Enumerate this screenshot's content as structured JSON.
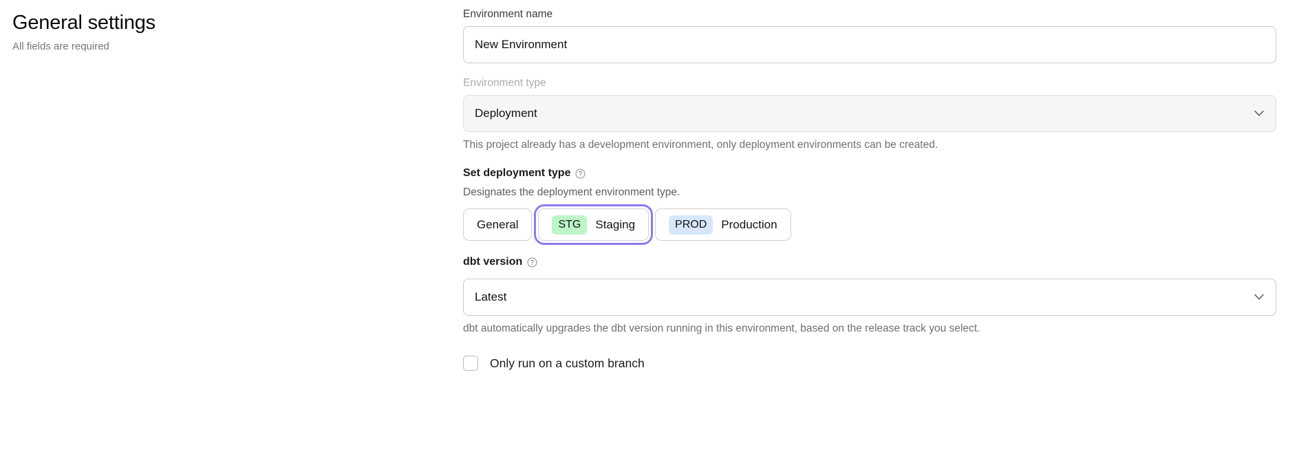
{
  "header": {
    "title": "General settings",
    "subtitle": "All fields are required"
  },
  "form": {
    "environment_name": {
      "label": "Environment name",
      "value": "New Environment",
      "placeholder": "Environment name"
    },
    "environment_type": {
      "label": "Environment type",
      "value": "Deployment",
      "helper": "This project already has a development environment, only deployment environments can be created.",
      "chevron_icon": "chevron-down-icon",
      "disabled": true
    },
    "deployment_type": {
      "label": "Set deployment type",
      "help_icon": "help-circle-icon",
      "description": "Designates the deployment environment type.",
      "options": [
        {
          "badge": "",
          "label": "General",
          "selected": false
        },
        {
          "badge": "STG",
          "label": "Staging",
          "selected": true
        },
        {
          "badge": "PROD",
          "label": "Production",
          "selected": false
        }
      ]
    },
    "dbt_version": {
      "label": "dbt version",
      "help_icon": "help-circle-icon",
      "value": "Latest",
      "helper": "dbt automatically upgrades the dbt version running in this environment, based on the release track you select.",
      "chevron_icon": "chevron-down-icon"
    },
    "custom_branch": {
      "label": "Only run on a custom branch",
      "checked": false
    }
  },
  "colors": {
    "focus_ring": "#8b7cf0",
    "badge_stg_bg": "#bdf5c8",
    "badge_prod_bg": "#d7e6fb",
    "text_primary": "#111111",
    "text_muted": "#6f6f6f",
    "disabled_label": "#adadad"
  }
}
